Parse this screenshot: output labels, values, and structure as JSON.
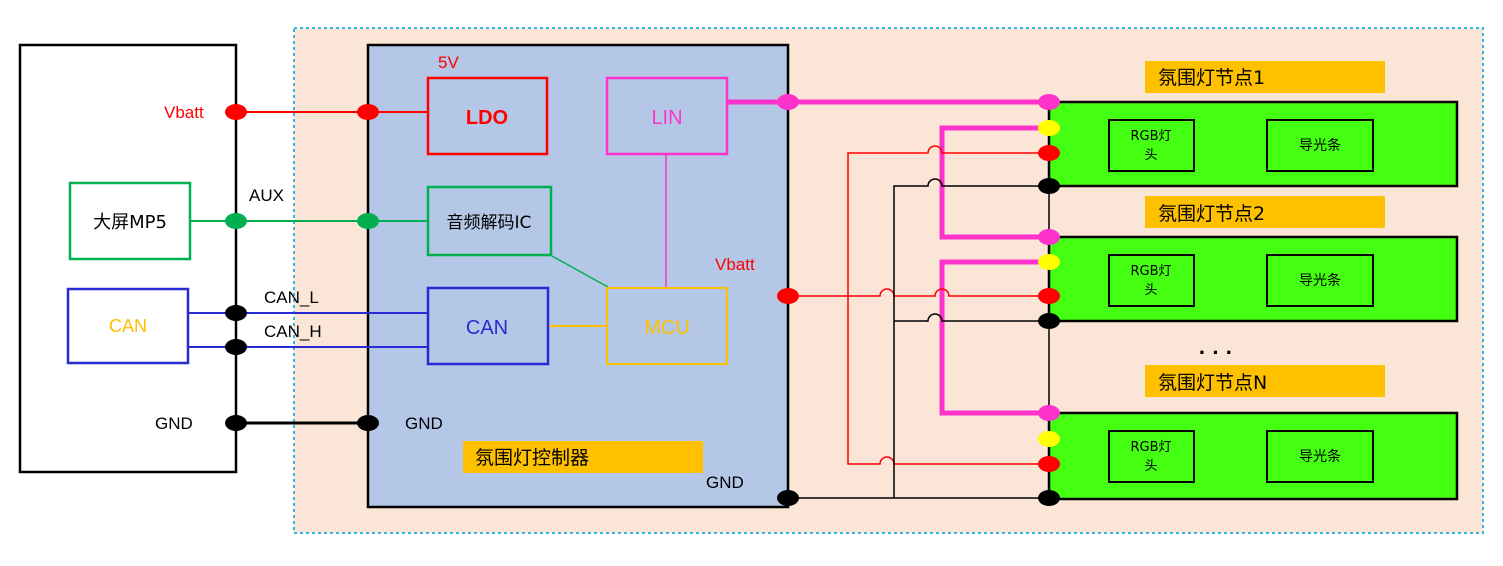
{
  "left_panel": {
    "vbatt_label": "Vbatt",
    "aux_label": "AUX",
    "mp5_label": "大屏MP5",
    "can_label": "CAN",
    "can_l_label": "CAN_L",
    "can_h_label": "CAN_H",
    "gnd_label": "GND"
  },
  "controller": {
    "title": "氛围灯控制器",
    "ldo_label": "LDO",
    "ldo_voltage": "5V",
    "lin_label": "LIN",
    "audio_ic_label": "音频解码IC",
    "can_label": "CAN",
    "mcu_label": "MCU",
    "gnd_label": "GND",
    "vbatt_out_label": "Vbatt",
    "gnd_out_label": "GND"
  },
  "nodes": [
    {
      "title": "氛围灯节点1",
      "rgb_label": [
        "RGB灯",
        "头"
      ],
      "light_guide_label": "导光条"
    },
    {
      "title": "氛围灯节点2",
      "rgb_label": [
        "RGB灯",
        "头"
      ],
      "light_guide_label": "导光条"
    },
    {
      "title": "氛围灯节点N",
      "rgb_label": [
        "RGB灯",
        "头"
      ],
      "light_guide_label": "导光条"
    }
  ],
  "ellipsis": "· · ·",
  "colors": {
    "vbatt": "#ff0000",
    "lin": "#ff33cc",
    "aux": "#00b050",
    "can": "#2a2ad4",
    "mcu": "#ffc000",
    "gnd": "#000000",
    "node_fill": "#44ff11",
    "controller_fill": "#b4c7e7",
    "system_fill": "#fbe5d6",
    "label_bg": "#ffc000"
  }
}
